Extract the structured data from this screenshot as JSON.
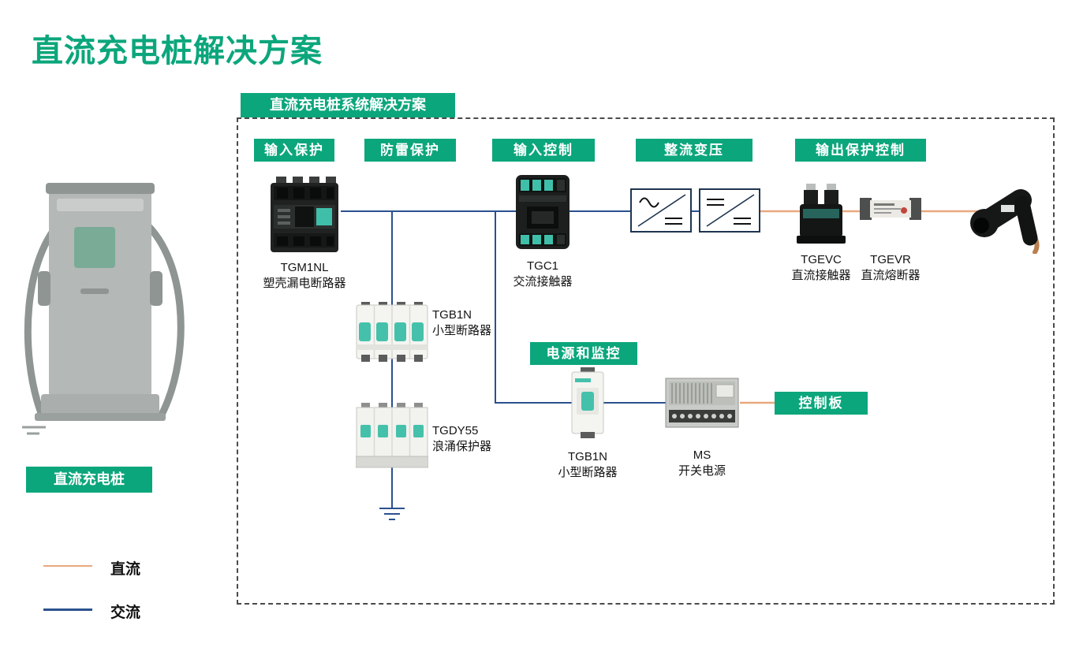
{
  "page": {
    "title": "直流充电桩解决方案"
  },
  "panel": {
    "banner": "直流充电桩系统解决方案"
  },
  "stages": {
    "input_protection": "输入保护",
    "surge_protection": "防雷保护",
    "input_control": "输入控制",
    "rectify_transform": "整流变压",
    "output_protection_control": "输出保护控制",
    "power_and_monitor": "电源和监控",
    "control_board": "控制板"
  },
  "components": {
    "tgm1nl": {
      "model": "TGM1NL",
      "name": "塑壳漏电断路器"
    },
    "tgb1n_4p": {
      "model": "TGB1N",
      "name": "小型断路器"
    },
    "tgdy55": {
      "model": "TGDY55",
      "name": "浪涌保护器"
    },
    "tgc1": {
      "model": "TGC1",
      "name": "交流接触器"
    },
    "tgevc": {
      "model": "TGEVC",
      "name": "直流接触器"
    },
    "tgevr": {
      "model": "TGEVR",
      "name": "直流熔断器"
    },
    "tgb1n_1p": {
      "model": "TGB1N",
      "name": "小型断路器"
    },
    "ms": {
      "model": "MS",
      "name": "开关电源"
    }
  },
  "pile": {
    "label": "直流充电桩"
  },
  "legend": {
    "dc": "直流",
    "ac": "交流"
  },
  "colors": {
    "brand_green": "#0CA67C",
    "ac_blue": "#2A518E",
    "dc_orange": "#E9A87E"
  }
}
